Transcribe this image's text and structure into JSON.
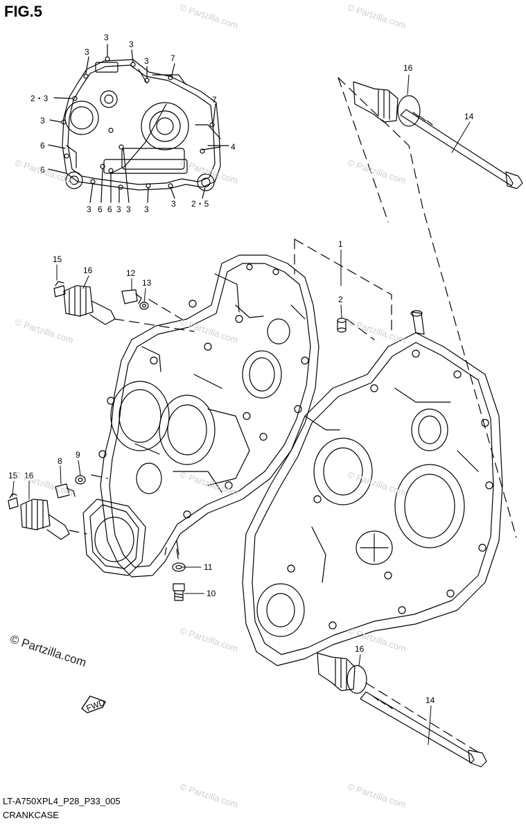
{
  "figure": {
    "title": "FIG.5"
  },
  "copyright": "© Partzilla.com",
  "watermark": "© Partzilla.com",
  "footer": {
    "model_code": "LT-A750XPL4_P28_P33_005",
    "section": "CRANKCASE"
  },
  "fwd_label": "FWD",
  "callouts": {
    "c1": "1",
    "c2": "2",
    "c2_3": "2・3",
    "c2_5": "2・5",
    "c3": "3",
    "c4": "4",
    "c6": "6",
    "c7": "7",
    "c8": "8",
    "c9": "9",
    "c10": "10",
    "c11": "11",
    "c12": "12",
    "c13": "13",
    "c14": "14",
    "c15": "15",
    "c16": "16"
  },
  "colors": {
    "line": "#000000",
    "watermark": "#cfcfcf",
    "background": "#ffffff"
  }
}
